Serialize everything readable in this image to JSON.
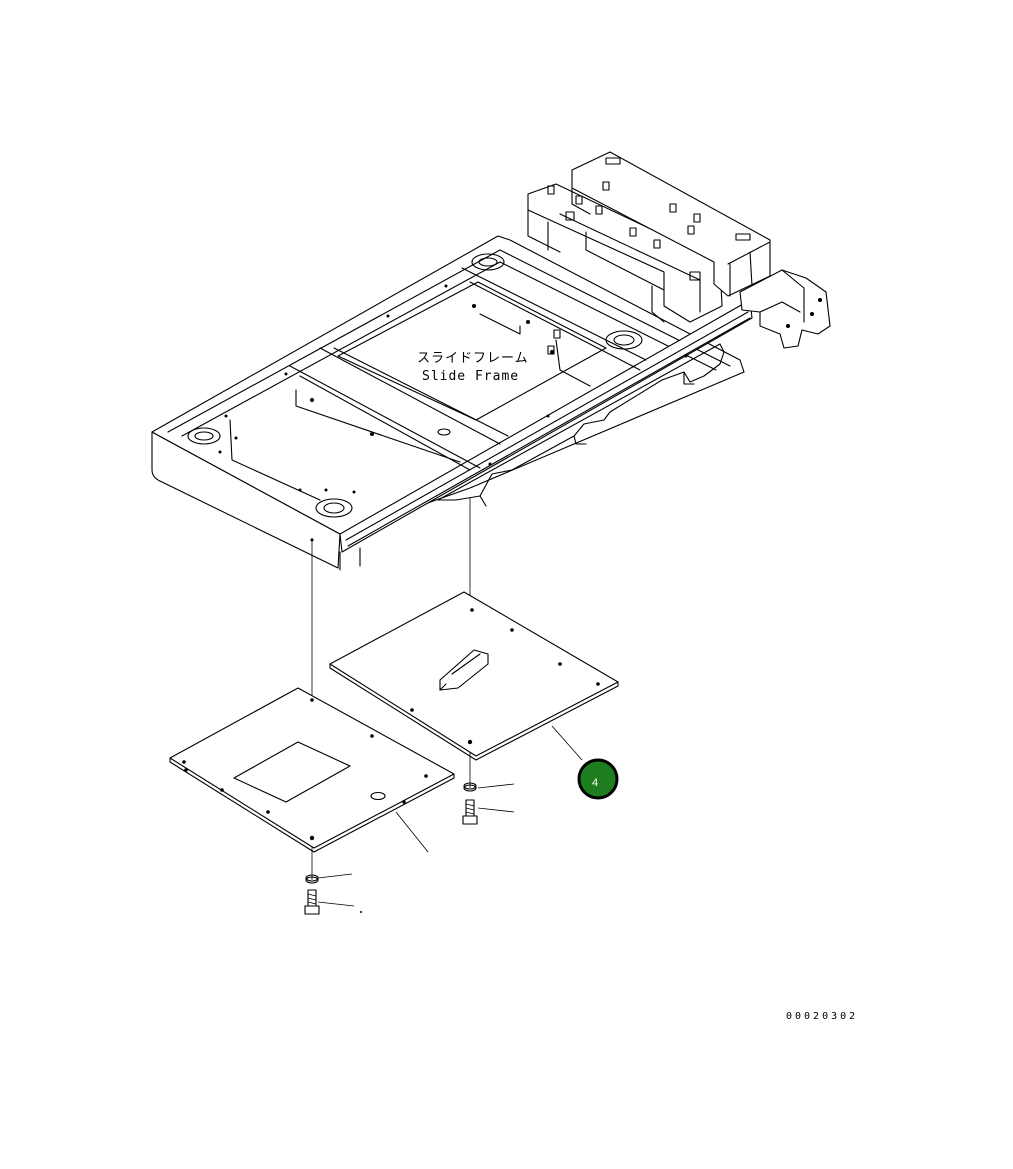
{
  "labels": {
    "frame_jp": "スライドフレーム",
    "frame_en": "Slide Frame",
    "callout_number": "4",
    "document_id": "00020302"
  },
  "colors": {
    "callout_fill": "#1e7d1e",
    "callout_ring": "#000000",
    "line": "#000000",
    "background": "#ffffff"
  }
}
